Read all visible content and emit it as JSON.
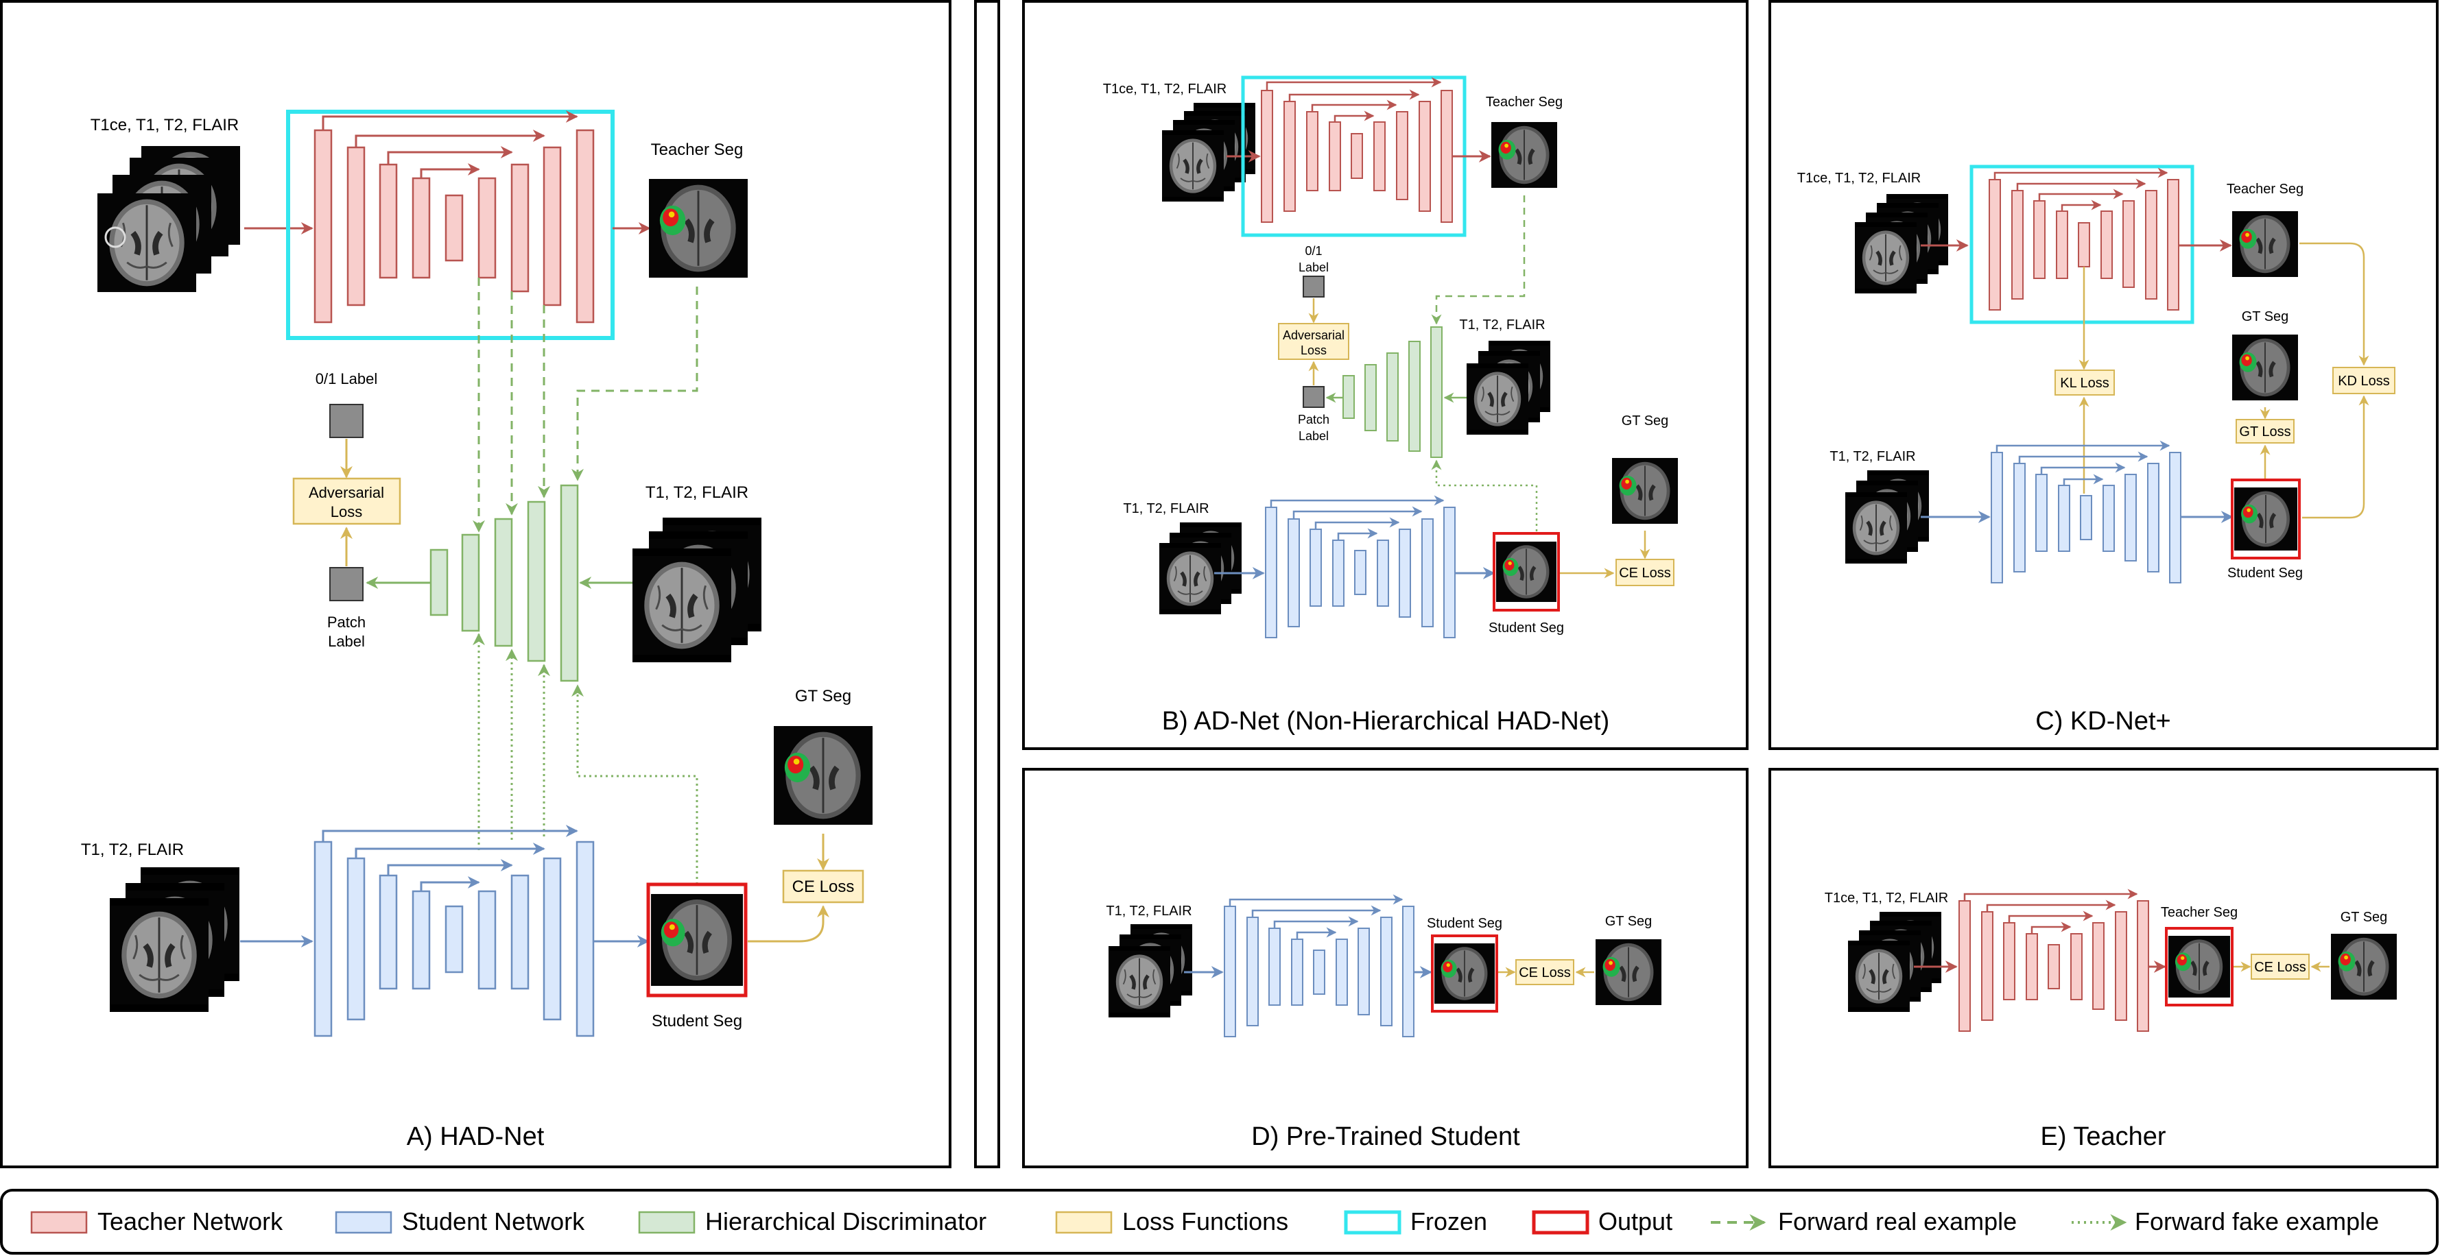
{
  "panels": {
    "a": {
      "title": "A) HAD-Net"
    },
    "b": {
      "title": "B) AD-Net (Non-Hierarchical HAD-Net)"
    },
    "c": {
      "title": "C) KD-Net+"
    },
    "d": {
      "title": "D) Pre-Trained Student"
    },
    "e": {
      "title": "E) Teacher"
    }
  },
  "labels": {
    "all_modalities": "T1ce, T1, T2, FLAIR",
    "student_modalities": "T1, T2, FLAIR",
    "teacher_seg": "Teacher Seg",
    "student_seg": "Student Seg",
    "gt_seg": "GT Seg",
    "label_01": "0/1 Label",
    "label_01_l1": "0/1",
    "label_01_l2": "Label",
    "adversarial_loss_l1": "Adversarial",
    "adversarial_loss_l2": "Loss",
    "patch_label_l1": "Patch",
    "patch_label_l2": "Label",
    "ce_loss": "CE Loss",
    "kl_loss": "KL Loss",
    "kd_loss": "KD Loss",
    "gt_loss": "GT Loss"
  },
  "legend": {
    "teacher_network": "Teacher Network",
    "student_network": "Student Network",
    "hierarchical_discriminator": "Hierarchical Discriminator",
    "loss_functions": "Loss Functions",
    "frozen": "Frozen",
    "output": "Output",
    "forward_real": "Forward real example",
    "forward_fake": "Forward fake example"
  },
  "colors": {
    "teacher_fill": "#f8cecc",
    "teacher_stroke": "#b85450",
    "student_fill": "#dae8fc",
    "student_stroke": "#6c8ebf",
    "disc_fill": "#d5e8d4",
    "disc_stroke": "#82b366",
    "loss_fill": "#fff2cc",
    "loss_stroke": "#d6b656",
    "frozen": "#33e6ee",
    "output": "#e11b1b",
    "grey_box": "#8c8c8c"
  }
}
